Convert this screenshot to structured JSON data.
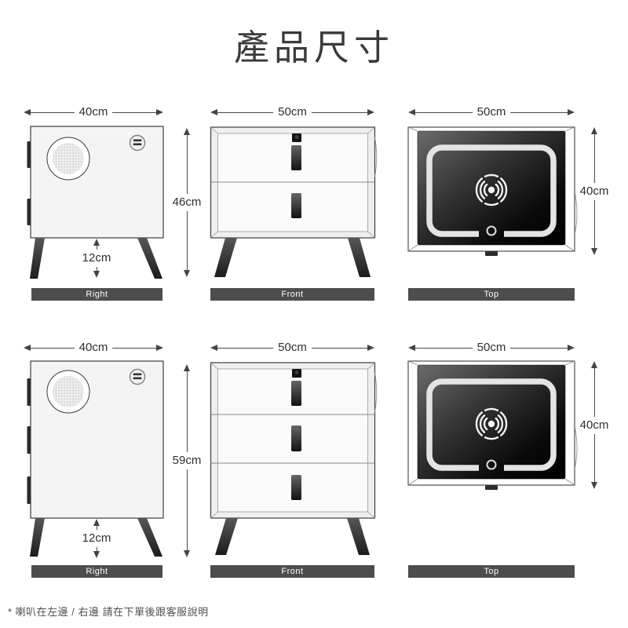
{
  "title": "產品尺寸",
  "footnote": "* 喇叭在左邊 / 右邊 請在下單後跟客服說明",
  "views": {
    "row1": {
      "side": {
        "width": "40cm",
        "legs": "12cm",
        "label": "Right"
      },
      "front": {
        "width": "50cm",
        "height": "46cm",
        "label": "Front"
      },
      "top": {
        "width": "50cm",
        "depth": "40cm",
        "label": "Top"
      }
    },
    "row2": {
      "side": {
        "width": "40cm",
        "legs": "12cm",
        "label": "Right"
      },
      "front": {
        "width": "50cm",
        "height": "59cm",
        "label": "Front"
      },
      "top": {
        "width": "50cm",
        "depth": "40cm",
        "label": "Top"
      }
    }
  },
  "icons": {
    "speaker": "speaker-grill-icon",
    "usb": "usb-ports-icon",
    "wireless": "wireless-charging-icon"
  },
  "colors": {
    "background": "#ffffff",
    "line": "#444444",
    "box_fill": "#f4f4f4",
    "label_bar": "#4d4d4d",
    "label_text": "#ffffff",
    "panel_dark": "#000000",
    "ring": "#e4e4e4",
    "text": "#333333"
  }
}
